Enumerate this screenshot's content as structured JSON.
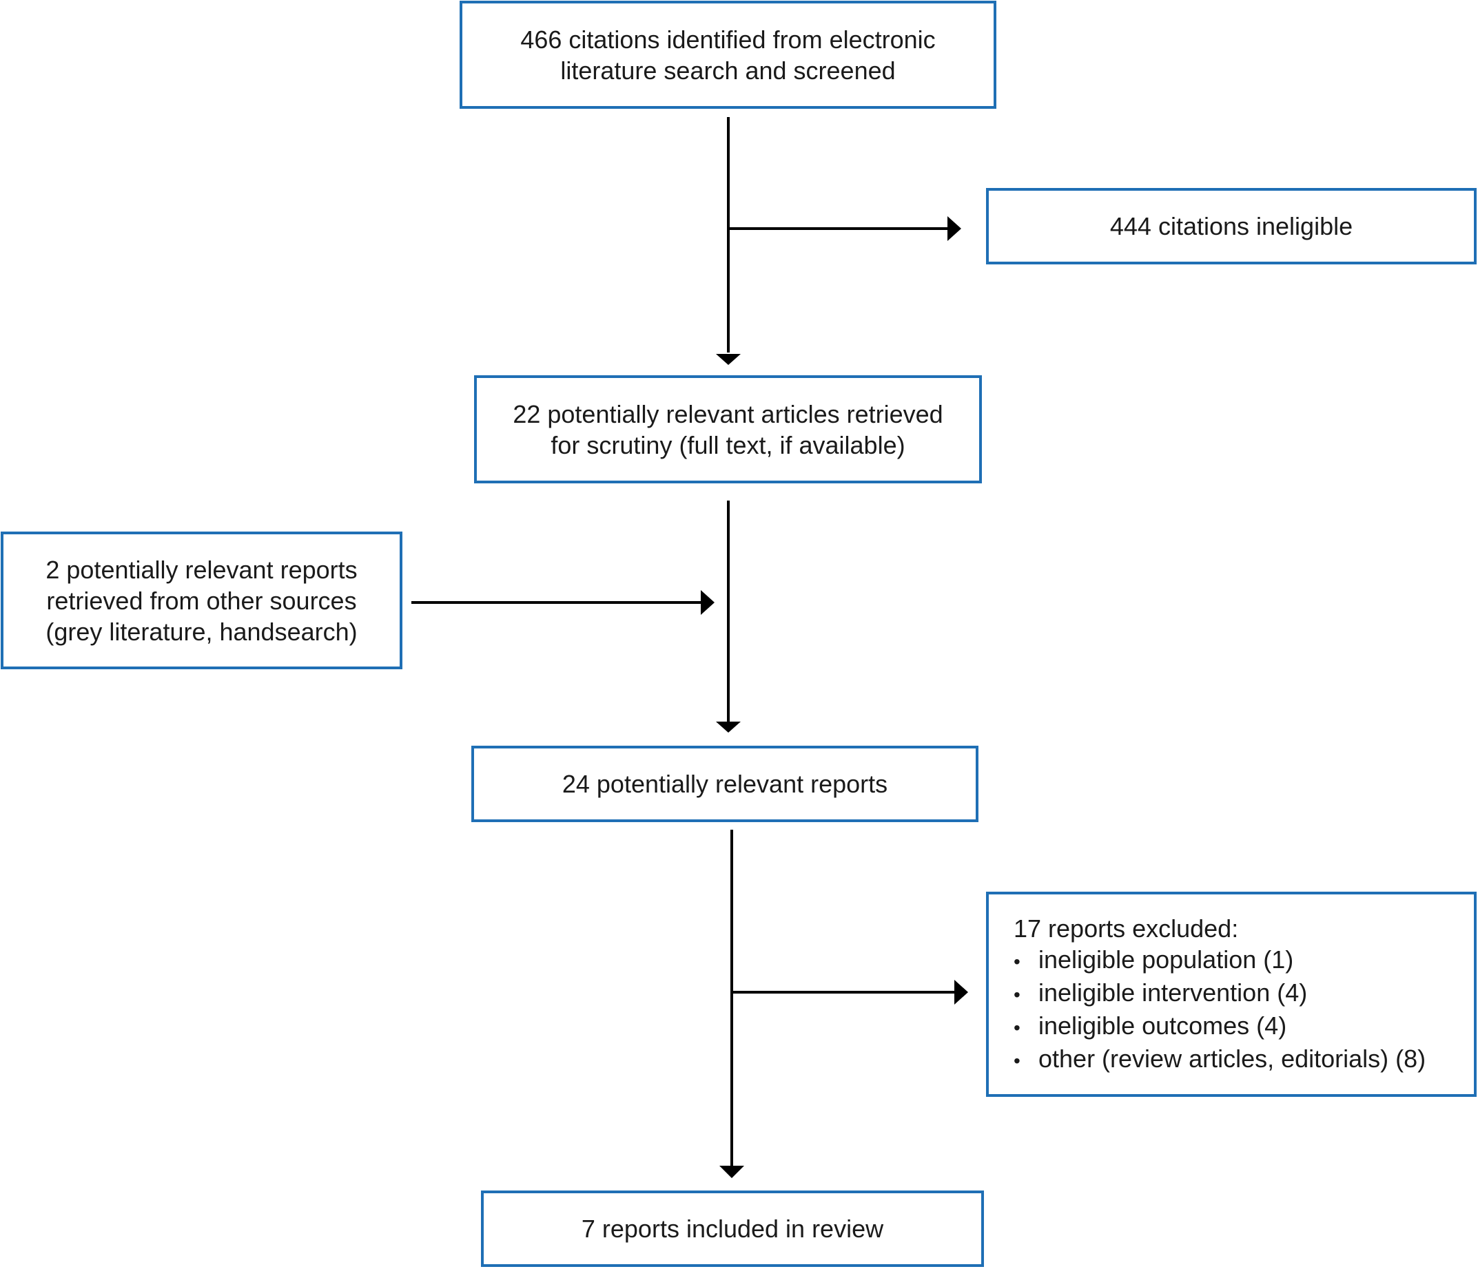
{
  "boxes": {
    "identified": {
      "lines": [
        "466 citations identified from electronic",
        "literature search and screened"
      ]
    },
    "ineligible": {
      "text": "444 citations ineligible"
    },
    "retrieved": {
      "lines": [
        "22 potentially relevant articles retrieved",
        "for scrutiny (full text, if available)"
      ]
    },
    "other_sources": {
      "lines": [
        "2 potentially relevant reports",
        "retrieved from other sources",
        "(grey literature, handsearch)"
      ]
    },
    "potentially_relevant": {
      "text": "24 potentially relevant reports"
    },
    "excluded": {
      "heading": "17 reports excluded:",
      "bullet": "•",
      "items": [
        "ineligible population (1)",
        "ineligible intervention (4)",
        "ineligible outcomes (4)",
        "other (review articles, editorials) (8)"
      ]
    },
    "included": {
      "text": "7 reports included in review"
    }
  },
  "colors": {
    "box_border": "#1f6fb5",
    "arrow": "#000000",
    "text": "#1a1a1a"
  }
}
